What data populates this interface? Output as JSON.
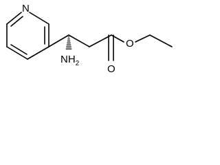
{
  "molecule": {
    "atom_labels": {
      "pyridine_nitrogen": "N",
      "ester_ether_oxygen": "O",
      "carbonyl_oxygen": "O",
      "amine_prefix": "NH",
      "amine_subscript": "2"
    },
    "stereo_bond": "hashed-wedge",
    "ink_color": "#000000"
  }
}
